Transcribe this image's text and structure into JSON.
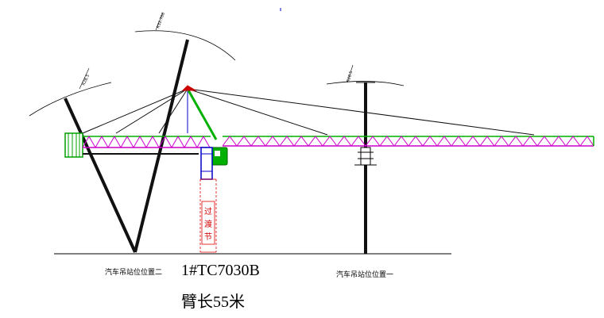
{
  "labels": {
    "crane_position_2": "汽车吊站位位置二",
    "crane_position_1": "汽车吊站位位置一",
    "model": "1#TC7030B",
    "jib_length": "臂长55米"
  },
  "dimensions": {
    "arc_left": "R28.5",
    "arc_top": "R32.700",
    "arc_right": "R28.5"
  },
  "tower_box_text": "过渡节",
  "colors": {
    "boom_green": "#00b000",
    "truss_magenta": "#cc00cc",
    "column_red": "#e00000",
    "structure_black": "#000000",
    "mast_blue": "#0000cc"
  }
}
